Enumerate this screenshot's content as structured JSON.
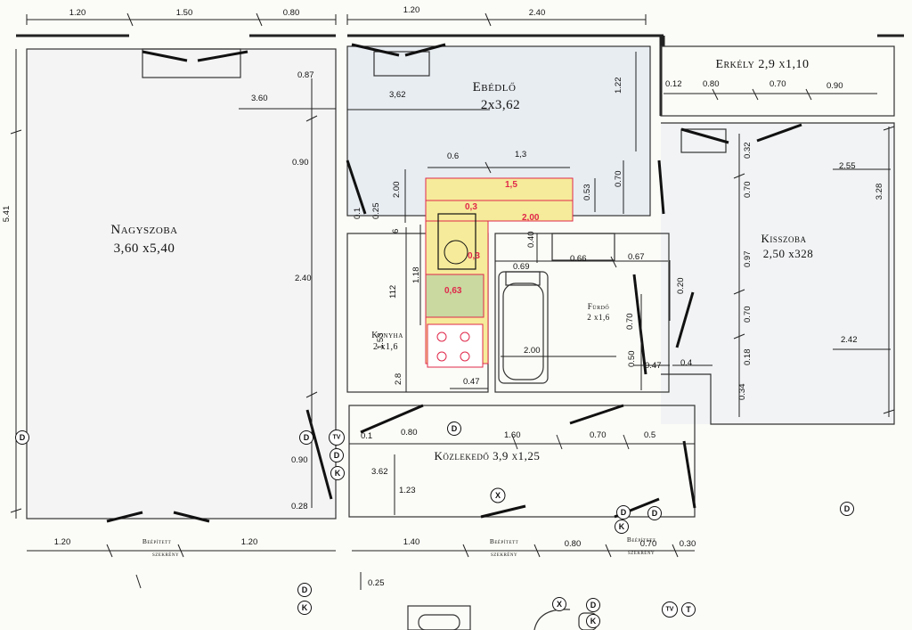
{
  "rooms": {
    "nagyszoba": {
      "name": "Nagyszoba",
      "size": "3,60 x5,40"
    },
    "ebedlo": {
      "name": "Ebédlő",
      "size": "2x3,62"
    },
    "erkely": {
      "name": "Erkély 2,9 x1,10"
    },
    "kisszoba": {
      "name": "Kisszoba",
      "size": "2,50 x328"
    },
    "furdo": {
      "name": "Fürdő",
      "size": "2 x1,6"
    },
    "konyha": {
      "name": "Konyha",
      "size": "2 x1,6"
    },
    "kozlekedo": {
      "name": "Közlekedő 3,9 x1,25"
    }
  },
  "labels": {
    "beepitett_1": "Beépített",
    "beepitett_2": "Beépített",
    "beepitett_3": "Beépített",
    "szekreny_1": "szekrény",
    "szekreny_2": "szekrény",
    "szekreny_3": "szekrény"
  },
  "top_dims": [
    "1.20",
    "1.50",
    "0.80",
    "1.20",
    "2.40"
  ],
  "bottom_dims": [
    "1.20",
    "1.20",
    "1.40",
    "0.80",
    "0.70",
    "0.30"
  ],
  "left_dim": "5.41",
  "right_dim": "3.28",
  "inner_dims": {
    "a": "0.87",
    "b": "3.60",
    "c": "0.90",
    "d": "2.40",
    "e": "0.90",
    "f": "0.28",
    "g": "3,62",
    "h": "1.22",
    "i": "0.70",
    "j": "0.53",
    "k": "0.12",
    "l": "0.80",
    "m": "0.70",
    "n": "0.90",
    "o": "0.32",
    "p": "2.55",
    "q": "0.70",
    "r": "0.97",
    "s": "0.70",
    "u": "0.18",
    "v": "0.34",
    "w": "2.42",
    "x": "0.6",
    "y": "1,3",
    "z": "2.00",
    "aa": "0.1",
    "ab": "0.25",
    "ac": "6",
    "ad": "1.18",
    "ae": "112",
    "af": "0.40",
    "ag": "0.69",
    "ah": "0.66",
    "ai": "0.67",
    "aj": "0.20",
    "ak": "0.70",
    "al": "0.50",
    "am": "0.47",
    "an": "0.4",
    "ao": "2.00",
    "ap": "1.53",
    "aq": "2.8",
    "ar": "0.47",
    "as": "0.1",
    "at": "0.80",
    "au": "1.60",
    "av": "0.70",
    "aw": "0.5",
    "ax": "3.62",
    "ay": "1.23",
    "az": "0.25"
  },
  "red_labels": [
    "1,5",
    "2,00",
    "0,3",
    "0,3",
    "0,63"
  ],
  "symbols": {
    "d": "D",
    "k": "K",
    "x": "X",
    "tv": "TV",
    "t": "T"
  },
  "colors": {
    "wall": "#222222",
    "counter_fill": "#f6eb9a",
    "counter_red": "#e0284a",
    "sink_green": "#c9d9a0",
    "floor_blue": "#e7ecf2"
  }
}
